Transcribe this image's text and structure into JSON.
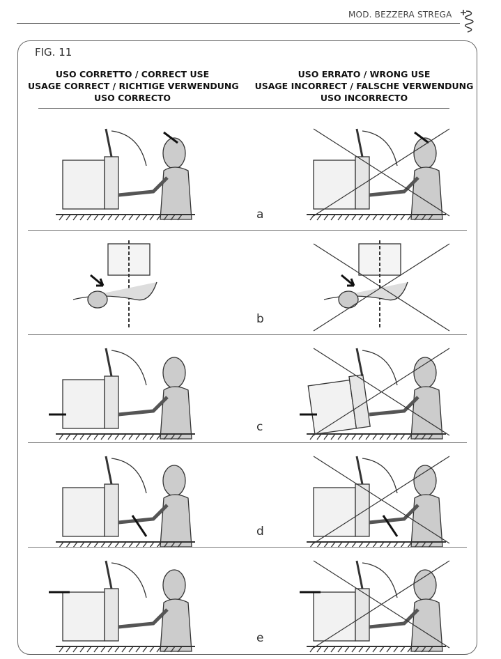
{
  "header": {
    "model": "MOD. BEZZERA STREGA",
    "logo": "bezzera-serpent-logo"
  },
  "figure": {
    "label": "FIG. 11"
  },
  "correct": {
    "lines": [
      "USO CORRETTO / CORRECT USE",
      "USAGE CORRECT / RICHTIGE VERWENDUNG",
      "USO CORRECTO"
    ]
  },
  "wrong": {
    "lines": [
      "USO ERRATO / WRONG USE",
      "USAGE INCORRECT / FALSCHE VERWENDUNG",
      "USO INCORRECTO"
    ]
  },
  "rows": [
    {
      "label": "a"
    },
    {
      "label": "b"
    },
    {
      "label": "c"
    },
    {
      "label": "d"
    },
    {
      "label": "e"
    }
  ]
}
